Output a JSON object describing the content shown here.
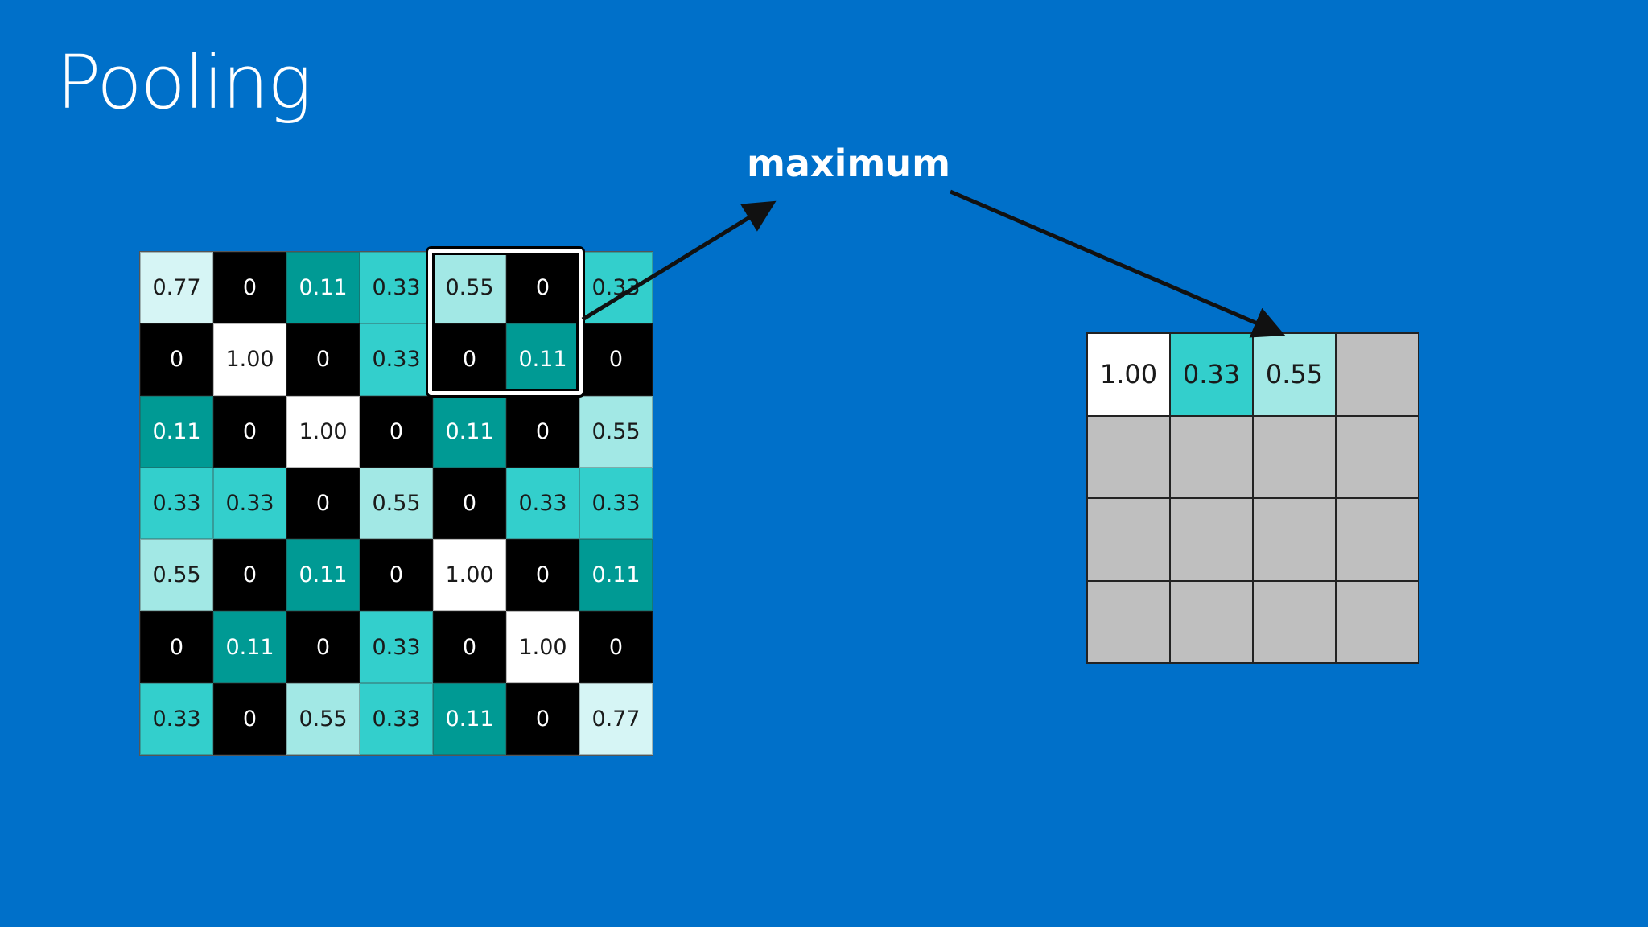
{
  "title": "Pooling",
  "operation_label": "maximum",
  "input_matrix": [
    [
      "0.77",
      "0",
      "0.11",
      "0.33",
      "0.55",
      "0",
      "0.33"
    ],
    [
      "0",
      "1.00",
      "0",
      "0.33",
      "0",
      "0.11",
      "0"
    ],
    [
      "0.11",
      "0",
      "1.00",
      "0",
      "0.11",
      "0",
      "0.55"
    ],
    [
      "0.33",
      "0.33",
      "0",
      "0.55",
      "0",
      "0.33",
      "0.33"
    ],
    [
      "0.55",
      "0",
      "0.11",
      "0",
      "1.00",
      "0",
      "0.11"
    ],
    [
      "0",
      "0.11",
      "0",
      "0.33",
      "0",
      "1.00",
      "0"
    ],
    [
      "0.33",
      "0",
      "0.55",
      "0.33",
      "0.11",
      "0",
      "0.77"
    ]
  ],
  "output_matrix": [
    [
      "1.00",
      "0.33",
      "0.55",
      ""
    ],
    [
      "",
      "",
      "",
      ""
    ],
    [
      "",
      "",
      "",
      ""
    ],
    [
      "",
      "",
      "",
      ""
    ]
  ],
  "pool_window": {
    "rows": [
      0,
      1
    ],
    "cols": [
      4,
      5
    ],
    "result_cell": [
      0,
      2
    ]
  },
  "colors": {
    "background": "#0070c9",
    "value_0": "#000000",
    "value_0.11": "#009a94",
    "value_0.33": "#33cfcc",
    "value_0.55": "#a2e8e5",
    "value_0.77": "#d6f5f5",
    "value_1.00": "#ffffff",
    "empty": "#bfbfbf",
    "arrow": "#111111"
  }
}
